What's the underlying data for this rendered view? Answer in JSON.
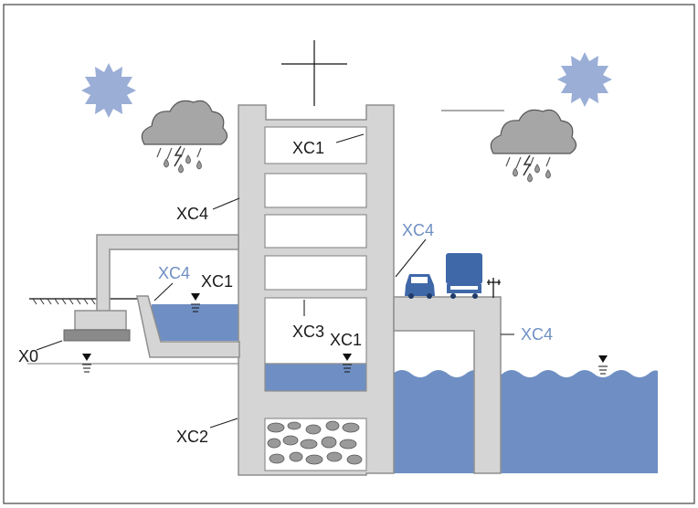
{
  "diagram": {
    "labels": {
      "xc1_top": "XC1",
      "xc4_left": "XC4",
      "xc4_ramp": "XC4",
      "xc1_pool": "XC1",
      "xc4_bridge": "XC4",
      "xc4_pier": "XC4",
      "xc3": "XC3",
      "xc1_basement": "XC1",
      "x0": "X0",
      "xc2": "XC2"
    },
    "colors": {
      "concrete": "#d5d5d5",
      "concrete_outline": "#8f8f8f",
      "water": "#6f8fc4",
      "water_light": "#8ea6d0",
      "label_dark": "#1a1a1a",
      "label_blue": "#6f8fc4",
      "sun": "#9aaed6",
      "cloud": "#a6a6a6",
      "vehicle": "#3f68a8"
    },
    "icons": [
      "sun-icon",
      "rain-cloud-icon",
      "car-icon",
      "truck-icon",
      "water-level-icon"
    ]
  }
}
